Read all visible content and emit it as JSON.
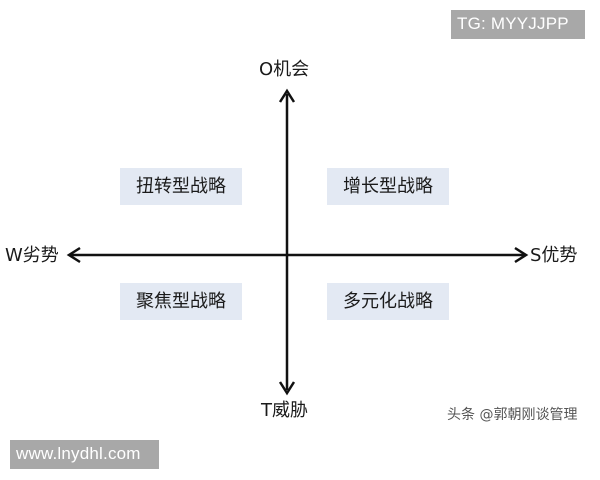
{
  "watermarks": {
    "top_right": "TG: MYYJJPP",
    "bottom_left": "www.lnydhl.com"
  },
  "axes": {
    "top": "O机会",
    "bottom": "T威胁",
    "left": "W劣势",
    "right": "S优势"
  },
  "quadrants": {
    "top_left": "扭转型战略",
    "top_right": "增长型战略",
    "bottom_left": "聚焦型战略",
    "bottom_right": "多元化战略"
  },
  "source_credit": "头条 @郭朝刚谈管理",
  "colors": {
    "quadrant_box": "#e3e9f3",
    "axis_line": "#111111",
    "watermark_bg": "#a8a8a8"
  }
}
